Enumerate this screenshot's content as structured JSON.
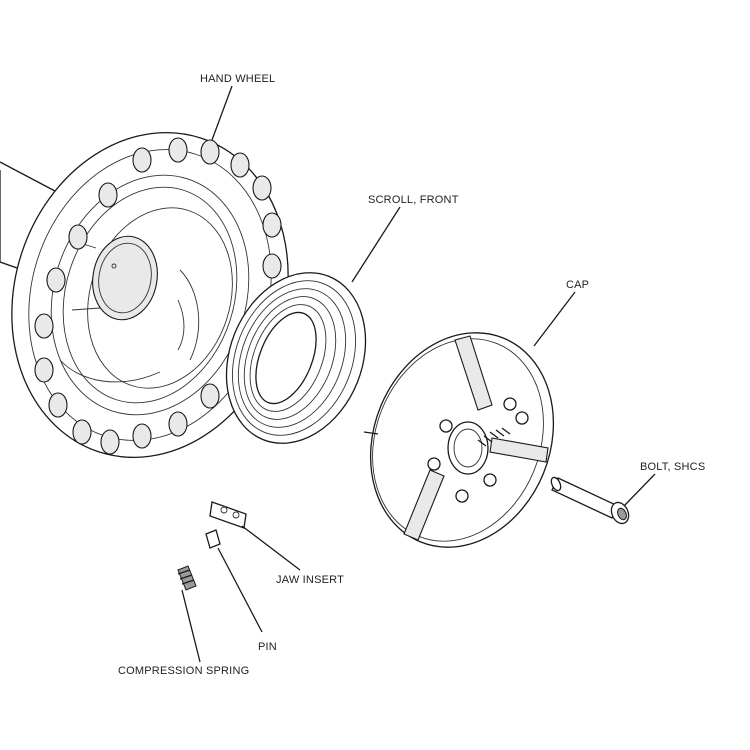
{
  "labels": {
    "hand_wheel": "HAND WHEEL",
    "scroll_front": "SCROLL, FRONT",
    "cap": "CAP",
    "bolt": "BOLT, SHCS",
    "jaw_insert": "JAW INSERT",
    "pin": "PIN",
    "compression_spring": "COMPRESSION SPRING"
  },
  "colors": {
    "line": "#1a1a1a",
    "background": "#ffffff",
    "shade": "#e9e9e9"
  }
}
